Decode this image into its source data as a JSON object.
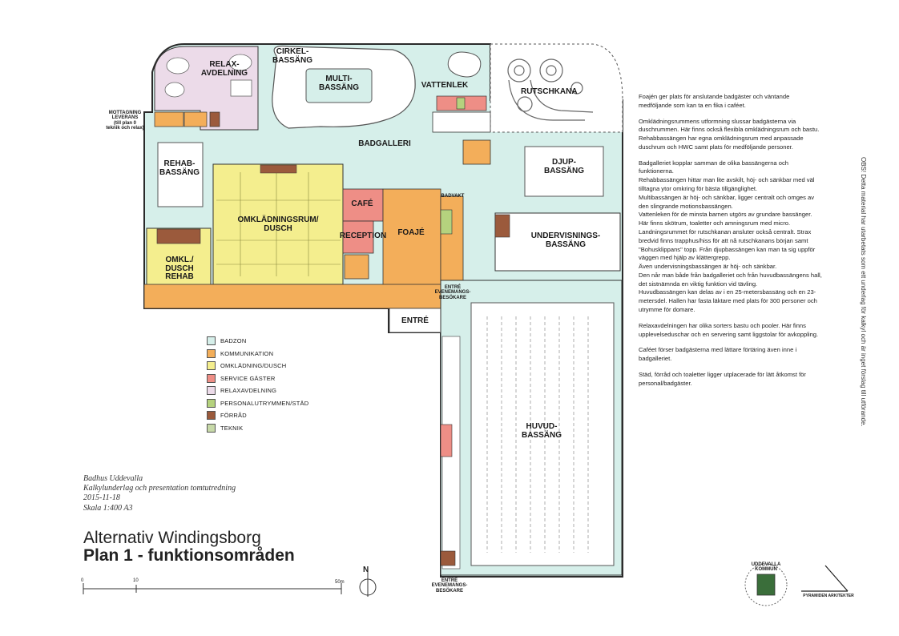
{
  "rooms": {
    "relax": "RELAX-\nAVDELNING",
    "cirkel": "CIRKEL-\nBASSÄNG",
    "multi": "MULTI-\nBASSÄNG",
    "vattenlek": "VATTENLEK",
    "rutschkana": "RUTSCHKANA",
    "mottagning": "MOTTAGNING\nLEVERANS\n(till plan 0\nteknik och relax)",
    "badgalleri": "BADGALLERI",
    "rehab": "REHAB-\nBASSÄNG",
    "djup": "DJUP-\nBASSÄNG",
    "omkl": "OMKLÄDNINGSRUM/\nDUSCH",
    "cafe": "CAFÉ",
    "badvakt": "BADVAKT",
    "reception": "RECEPTION",
    "foaje": "FOAJÉ",
    "undervisning": "UNDERVISNINGS-\nBASSÄNG",
    "omkl_rehab": "OMKL./\nDUSCH\nREHAB",
    "entre_top": "ENTRÉ\nEVENEMANGS-\nBESÖKARE",
    "entre": "ENTRÉ",
    "huvud": "HUVUD-\nBASSÄNG",
    "entre_bottom": "ENTRÉ\nEVENEMANGS-\nBESÖKARE"
  },
  "legend": [
    {
      "label": "BADZON",
      "color": "#d6efea"
    },
    {
      "label": "KOMMUNIKATION",
      "color": "#f3ae5a"
    },
    {
      "label": "OMKLÄDNING/DUSCH",
      "color": "#f4ee8e"
    },
    {
      "label": "SERVICE GÄSTER",
      "color": "#ee8e86"
    },
    {
      "label": "RELAXAVDELNING",
      "color": "#ecdbe9"
    },
    {
      "label": "PERSONALUTRYMMEN/STÄD",
      "color": "#b5d27e"
    },
    {
      "label": "FÖRRÅD",
      "color": "#9b5a3c"
    },
    {
      "label": "TEKNIK",
      "color": "#c7d9a8"
    }
  ],
  "description": [
    "Foajén ger plats för anslutande badgäster och väntande medföljande som kan ta en fika i caféet.",
    "Omklädningsrummens utformning slussar badgästerna via duschrummen. Här finns också flexibla omklädningsrum och bastu.\nRehabbassängen har egna omklädningsrum med anpassade duschrum och HWC samt plats för medföljande personer.",
    "Badgalleriet kopplar samman de olika bassängerna och funktionerna.\nRehabbassängen hittar man lite avskilt, höj- och sänkbar med väl tilltagna ytor omkring för bästa tillgänglighet.\nMultibassängen är höj- och sänkbar, ligger centralt och omges av den slingrande motionsbassängen.\nVattenleken för de minsta barnen utgörs av grundare bassänger. Här finns skötrum, toaletter och amningsrum med micro.\nLandningsrummet för rutschkanan ansluter också centralt. Strax bredvid finns trapphus/hiss för att nå rutschkanans början samt \"Bohusklippans\" topp. Från djupbassängen kan man ta sig uppför väggen med hjälp av klättergrepp.\nÄven undervisningsbassängen är höj- och sänkbar.\nDen når man både från badgalleriet och från huvudbassängens hall, det sistnämnda en viktig funktion vid tävling.\nHuvudbassängen kan delas av i en 25-metersbassäng och en 23-metersdel. Hallen har fasta läktare med plats för 300 personer och utrymme för domare.",
    "Relaxavdelningen har olika sorters bastu och pooler. Här finns upplevelseduschar och en servering samt liggstolar för avkoppling.",
    "Caféet förser badgästerna med lättare förtäring även inne i badgalleriet.",
    "Städ, förråd och toaletter ligger utplacerade för lätt åtkomst för personal/badgäster."
  ],
  "side_note": "OBS! Detta material har utarbetats som ett underlag för kalkyl och är inget förslag till utförande.",
  "project": [
    "Badhus Uddevalla",
    "Kalkylunderlag och presentation tomtutredning",
    "2015-11-18",
    "Skala 1:400 A3"
  ],
  "title": {
    "line1": "Alternativ Windingsborg",
    "line2": "Plan 1 - funktionsområden"
  },
  "north": "N",
  "scale_labels": [
    "0",
    "10",
    "50m"
  ],
  "logos": {
    "uddevalla": "UDDEVALLA KOMMUN",
    "pyramiden": "PYRAMIDEN ARKITEKTER"
  }
}
